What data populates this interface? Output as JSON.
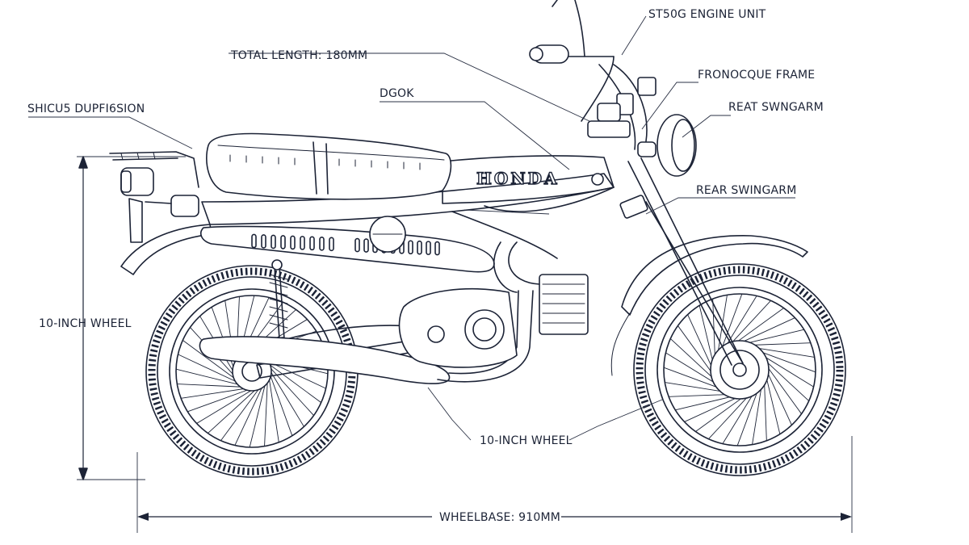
{
  "diagram": {
    "brand": "HONDA",
    "labels": {
      "engine_unit": "ST50G ENGINE UNIT",
      "total_length": "TOTAL LENGTH: 180MM",
      "frame": "FRONOCQUE FRAME",
      "dgok": "DGOK",
      "rear_swingarm_top": "REAT SWNGARM",
      "suspension": "SHICU5 DUPFI6SION",
      "rear_swingarm": "REAR SWINGARM",
      "wheel_left": "10-INCH WHEEL",
      "wheel_bottom": "10-INCH WHEEL",
      "wheelbase": "WHEELBASE: 910MM"
    },
    "colors": {
      "ink": "#1c2336",
      "background": "#ffffff"
    }
  }
}
